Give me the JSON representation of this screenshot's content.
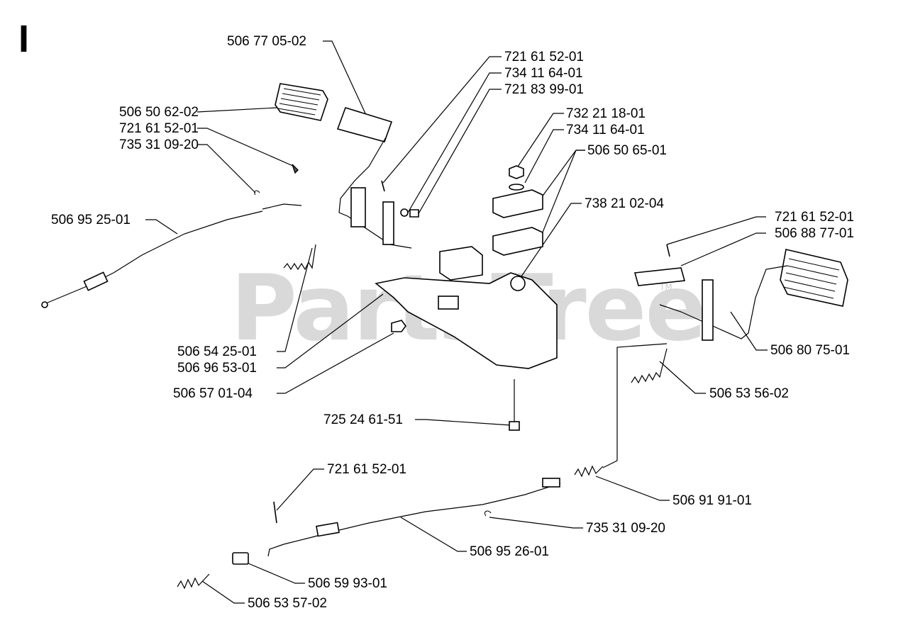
{
  "section": "I",
  "watermark": {
    "text": "PartsTree",
    "trademark": "TM"
  },
  "part_numbers": [
    "506 77 05-02",
    "721 61 52-01",
    "734 11 64-01",
    "721 83 99-01",
    "506 50 62-02",
    "721 61 52-01",
    "735 31 09-20",
    "732 21 18-01",
    "734 11 64-01",
    "506 50 65-01",
    "738 21 02-04",
    "506 95 25-01",
    "721 61 52-01",
    "506 88 77-01",
    "506 54 25-01",
    "506 96 53-01",
    "506 57 01-04",
    "506 80 75-01",
    "506 53 56-02",
    "725 24 61-51",
    "721 61 52-01",
    "506 91 91-01",
    "735 31 09-20",
    "506 95 26-01",
    "506 59 93-01",
    "506 53 57-02"
  ]
}
